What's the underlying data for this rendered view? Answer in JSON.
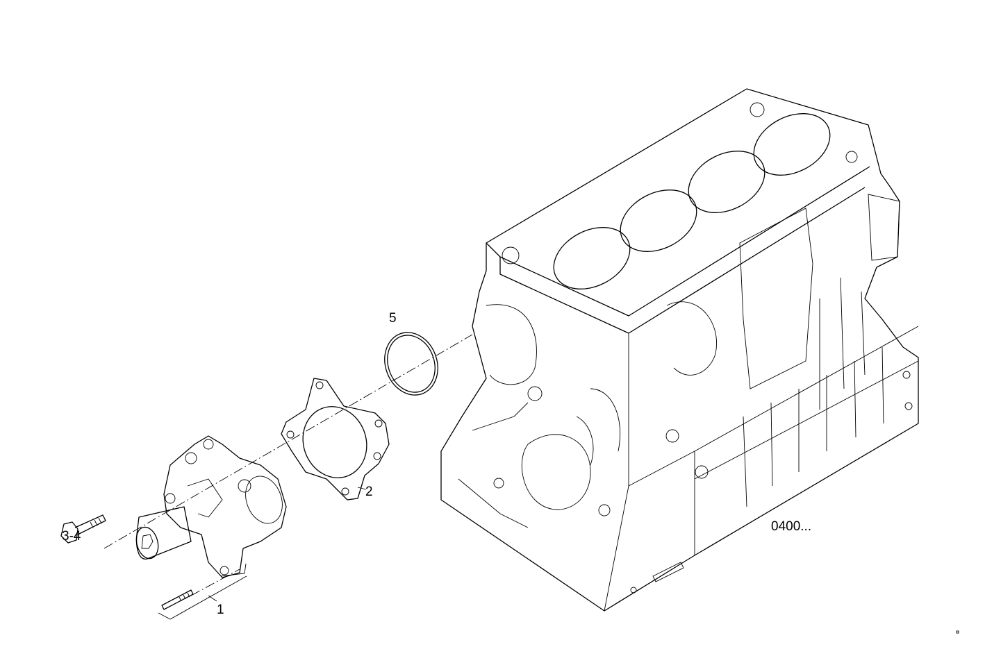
{
  "callouts": {
    "oring": "5",
    "gasket": "2",
    "bolt": "3-4",
    "pump": "1",
    "block_ref": "0400..."
  },
  "colors": {
    "line": "#000000",
    "background": "#ffffff"
  }
}
